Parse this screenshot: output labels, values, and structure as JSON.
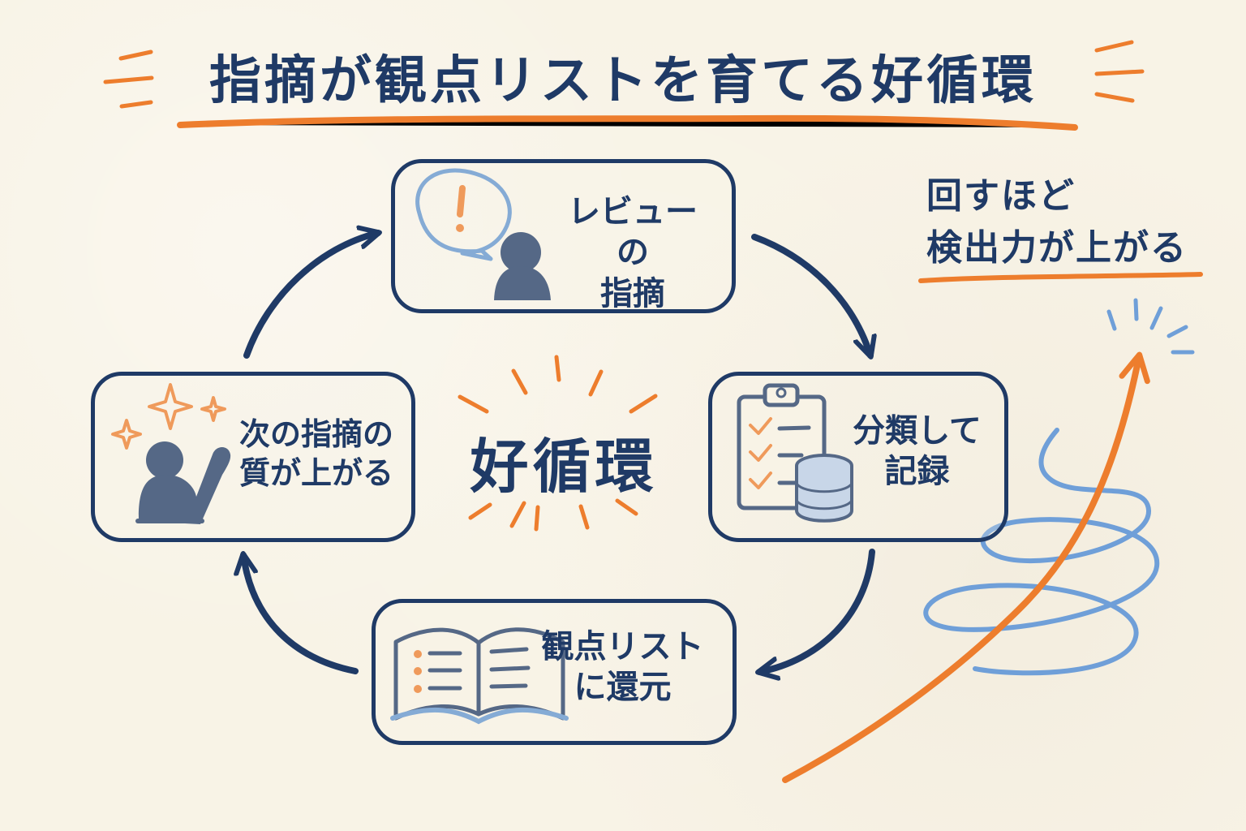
{
  "title": "指摘が観点リストを育てる好循環",
  "center": {
    "text": "好循環"
  },
  "steps": [
    {
      "id": "review",
      "label": "レビューの\n指摘",
      "icon": "person-with-speech-icon"
    },
    {
      "id": "record",
      "label": "分類して\n記録",
      "icon": "clipboard-database-icon"
    },
    {
      "id": "list",
      "label": "観点リスト\nに還元",
      "icon": "open-book-checklist-icon"
    },
    {
      "id": "quality",
      "label": "次の指摘の\n質が上がる",
      "icon": "person-pointing-sparkle-icon"
    }
  ],
  "side_note": {
    "text": "回すほど\n検出力が上がる"
  },
  "colors": {
    "background": "#f8f3e6",
    "navy": "#1f3a66",
    "orange": "#ed7d2d",
    "blue": "#6f9fd8"
  }
}
